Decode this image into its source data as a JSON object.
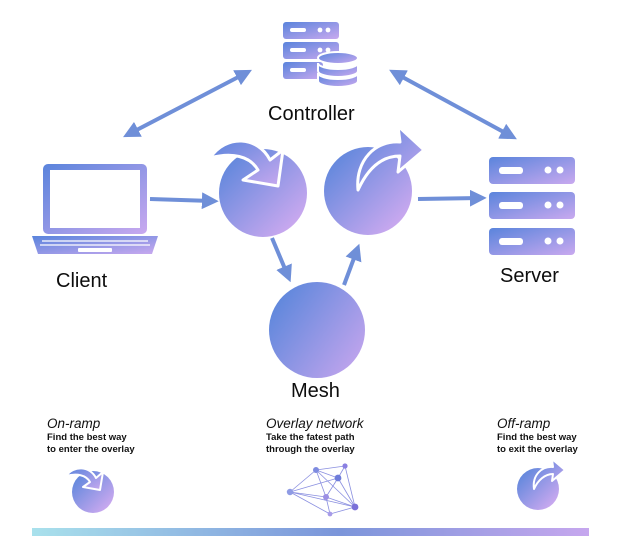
{
  "nodes": {
    "controller": "Controller",
    "client": "Client",
    "server": "Server",
    "mesh": "Mesh"
  },
  "legend": {
    "onramp": {
      "title": "On-ramp",
      "lines": [
        "Find the best way",
        "to enter the overlay"
      ]
    },
    "overlay": {
      "title": "Overlay network",
      "lines": [
        "Take the fatest path",
        "through the overlay"
      ]
    },
    "offramp": {
      "title": "Off-ramp",
      "lines": [
        "Find the best way",
        "to exit the overlay"
      ]
    }
  },
  "colors": {
    "blue": "#5b86dc",
    "lavender": "#c4a8ee",
    "arrow": "#6f8fd8",
    "line_start": "#a9e1ec",
    "line_end": "#c6a7ee"
  },
  "icons": [
    "controller-server-database-icon",
    "laptop-icon",
    "server-rack-icon",
    "onramp-sphere-icon",
    "offramp-sphere-icon",
    "mesh-sphere-icon",
    "network-graph-icon"
  ]
}
